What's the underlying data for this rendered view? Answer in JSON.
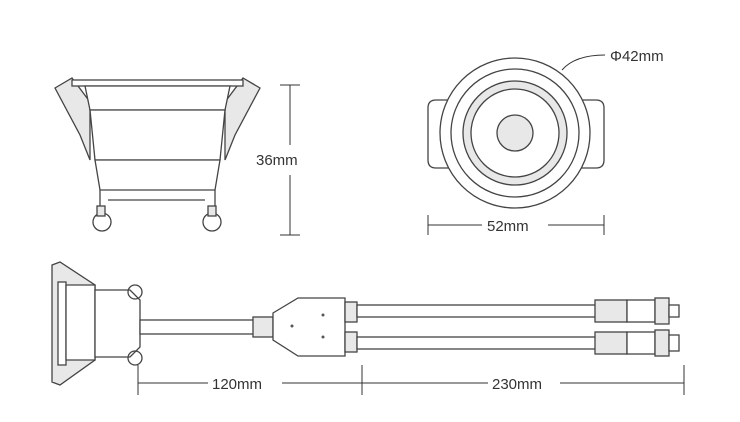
{
  "labels": {
    "diameter": "Φ42mm",
    "height": "36mm",
    "width": "52mm",
    "cable_main": "120mm",
    "cable_split": "230mm"
  }
}
